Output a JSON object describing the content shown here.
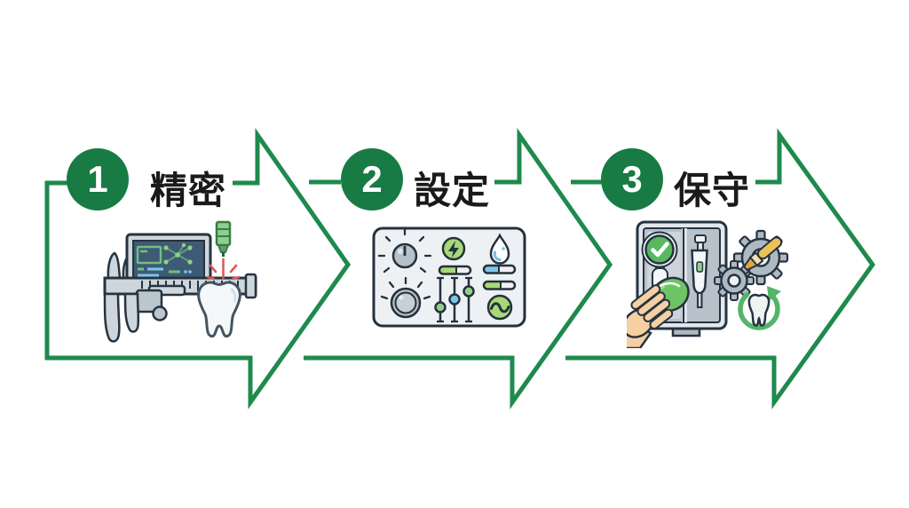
{
  "diagram": {
    "type": "process-flow",
    "background": "#FFFFFF",
    "colors": {
      "arrow_outline": "#1E8A4C",
      "step_badge": "#177B43",
      "badge_number": "#FFFFFF",
      "label_text": "#1A1A1A",
      "icon_outline": "#263340",
      "icon_gray": "#C9D2D8",
      "icon_green": "#7EC97A",
      "icon_light_green": "#A8D878",
      "icon_blue": "#7EC5EA",
      "laser_red": "#E05555",
      "brush_amber": "#ECC257",
      "hand_peach": "#F6CFA2"
    },
    "steps": [
      {
        "number": "1",
        "label": "精密",
        "icon": "caliper-tooth-laser-monitor-icon"
      },
      {
        "number": "2",
        "label": "設定",
        "icon": "control-panel-knobs-sliders-icon"
      },
      {
        "number": "3",
        "label": "保守",
        "icon": "cleaning-hand-gears-tooth-refresh-icon"
      }
    ]
  }
}
